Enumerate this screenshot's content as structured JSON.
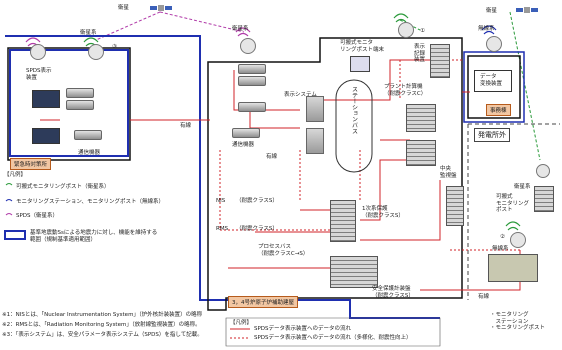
{
  "satellites": [
    "衛星",
    "衛星"
  ],
  "labels": {
    "sat_link_1": "衛星系",
    "sat_link_2": "衛星系",
    "sat_link_3": "衛星系",
    "wireless_1": "無線系",
    "wireless_2": "無線系",
    "wired_1": "有線",
    "wired_2": "有線",
    "wired_3": "有線",
    "num1": "③",
    "num2": "①",
    "num3": "②"
  },
  "nodes": {
    "spds_display": "SPDS表示\n装置",
    "comm_equipment_left": "通信機器",
    "offsite_center": "緊急時対策所",
    "monitoring_terminal": "可搬式モニタ\nリングポスト端末",
    "display_panel": "表示\n記録\n装置",
    "data_converter": "データ\n変換装置",
    "office": "事務棟",
    "display_system": "表示システム",
    "station_bus": "ステーションバス",
    "plant_computer": "プラント計算機\n（耐震クラスC）",
    "comm_equipment_mid": "通信機器",
    "central_monitoring": "中央\n監視盤",
    "nis": "NIS",
    "rms": "RMS",
    "seismic_a": "（耐震クラスS）",
    "seismic_b": "（耐震クラスS）",
    "nis_unit": "1次系保護\n（耐震クラスS）",
    "process_bus": "プロセスバス\n（耐震クラスC→S）",
    "safety_panel": "安全保護計装盤\n（耐震クラスS）",
    "unit4_label": "3，4号炉原子炉補助建屋",
    "plant_outside": "発電所外",
    "monitoring_post_label": "可搬式\nモニタリング\nポスト",
    "monitoring_station": "・モニタリング\n　ステーション\n・モニタリングポスト"
  },
  "legend": {
    "title": "【凡例】",
    "items": [
      "可搬式モニタリングポスト（衛星系）",
      "モニタリングステーション、モニタリングポスト（無線系）",
      "SPDS（衛星系）"
    ],
    "range_text": "基準地震動Ssによる地震力に対し、機能を維持する\n範囲（規制基準適用範囲）"
  },
  "legend2": {
    "title": "【凡例】",
    "items": [
      "SPDSデータ表示装置へのデータの流れ",
      "SPDSデータ表示装置へのデータの流れ（多様化、耐震性向上）"
    ]
  },
  "notes": [
    "※1：NISとは、「Nuclear Instrumentation System」（炉外核計装装置）の略称",
    "※2：RMSとは、「Radiation Monitoring System」（放射線監視装置）の略称。",
    "※3：「表示システム」は、安全パラメータ表示システム（SPDS）を指して記載。"
  ],
  "colors": {
    "blue": "#1f2fb0",
    "red": "#d2232a",
    "green": "#2a9a3a",
    "purple": "#b03aa8"
  }
}
